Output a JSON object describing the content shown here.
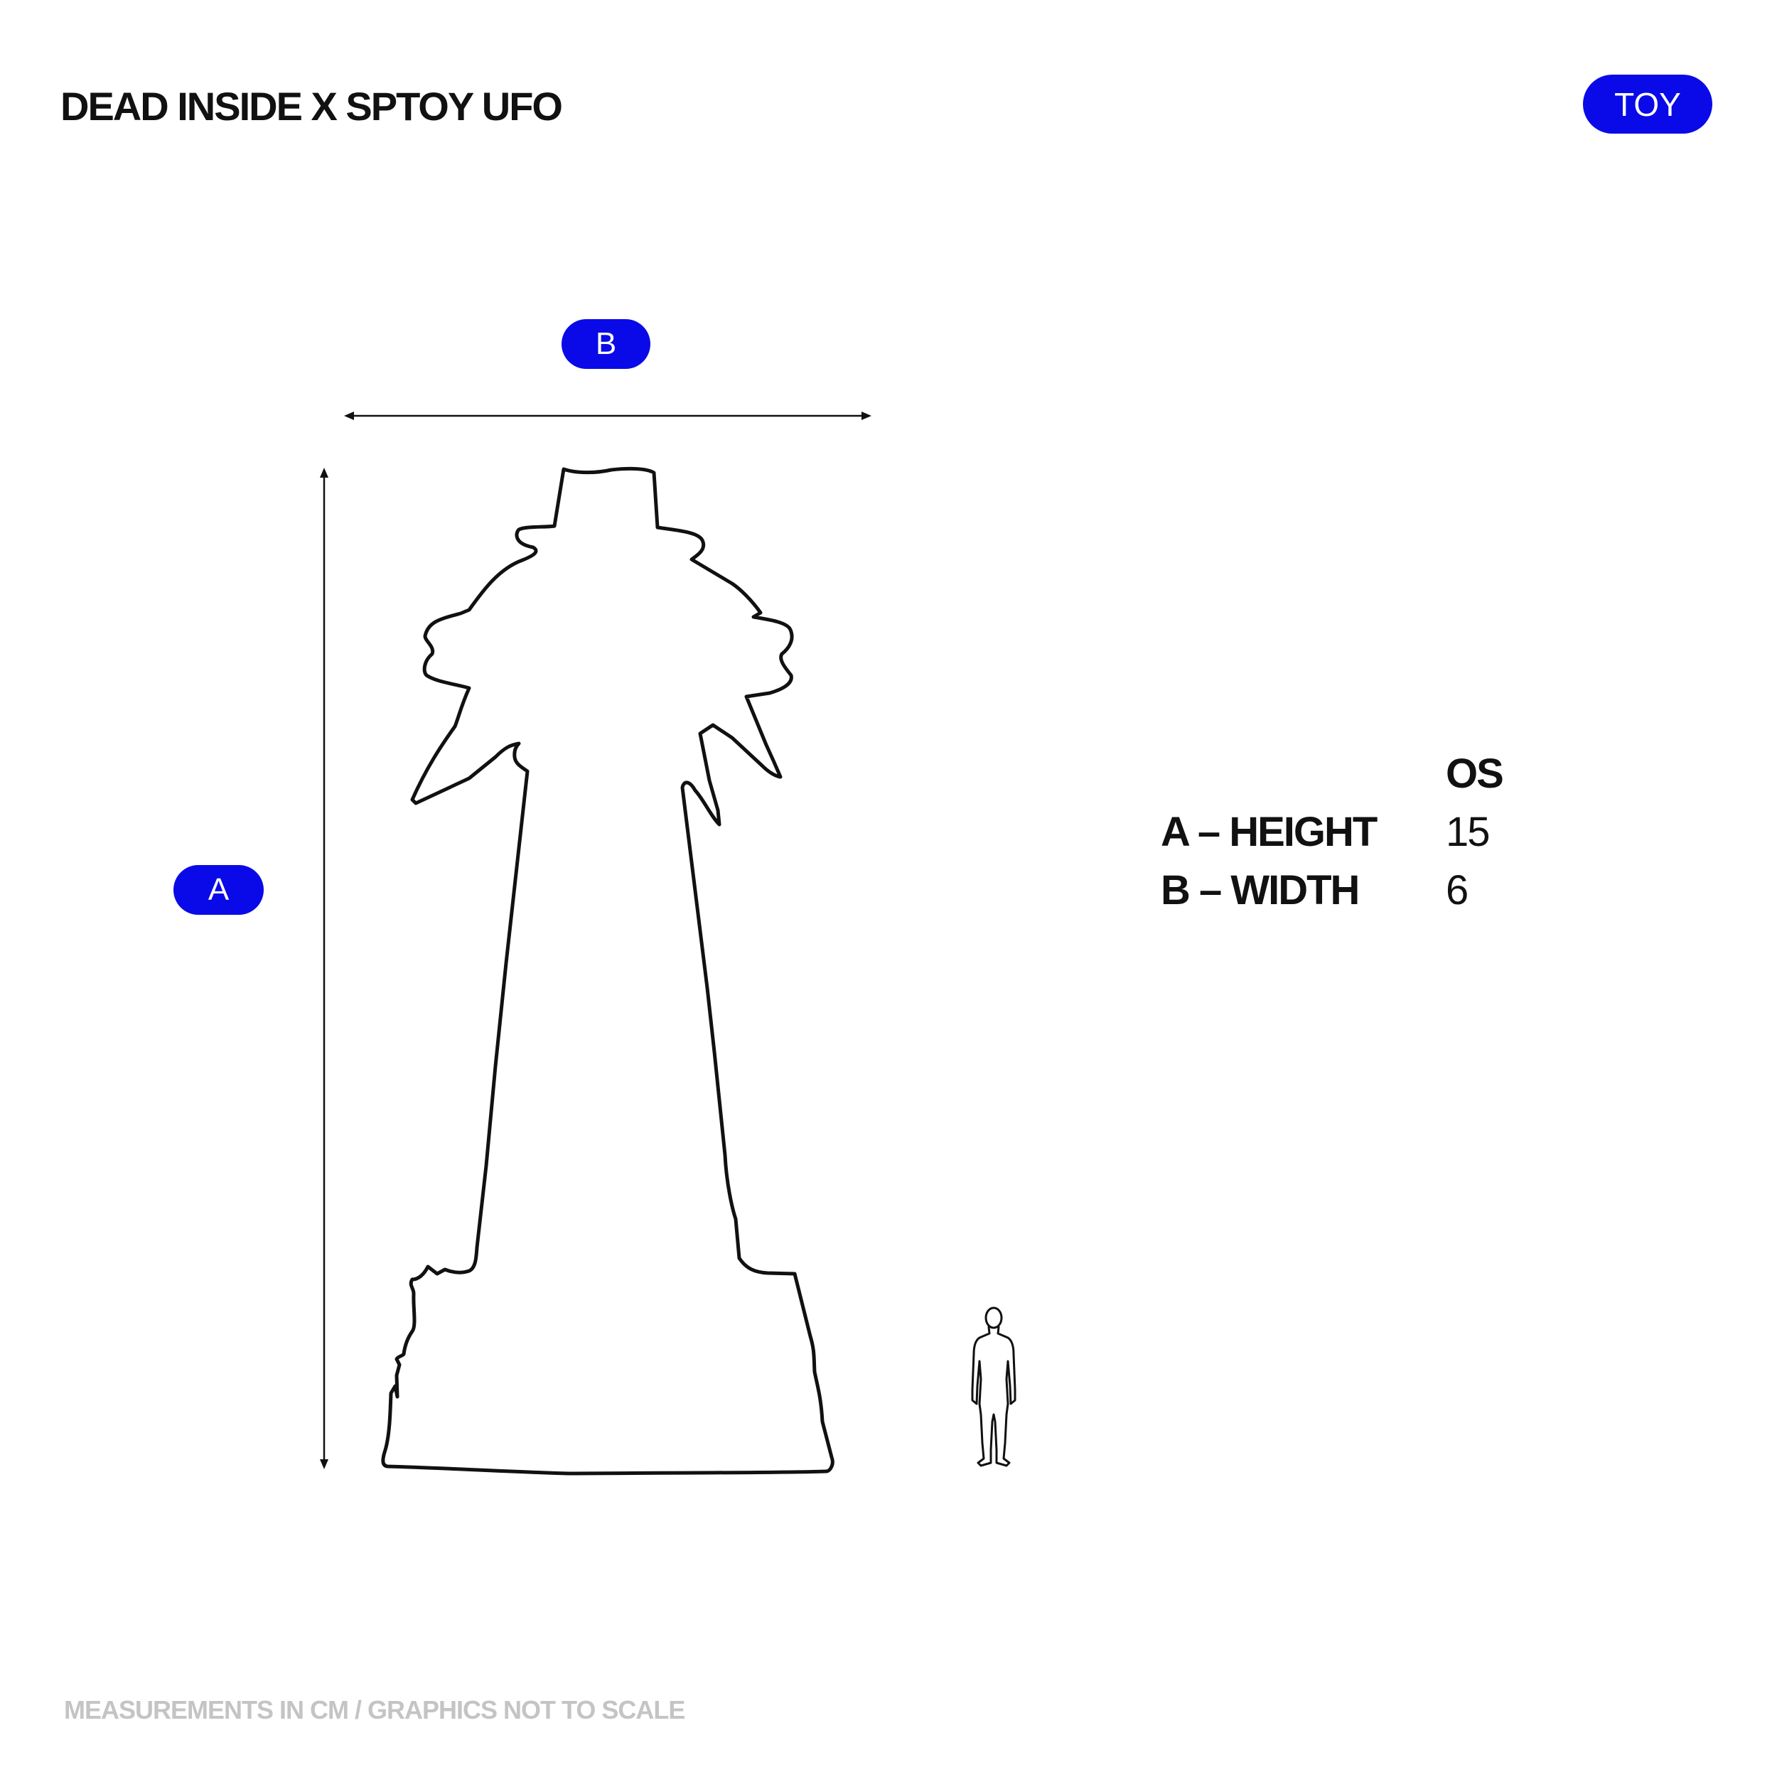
{
  "header": {
    "title": "DEAD INSIDE X SPTOY UFO",
    "category_badge": "TOY"
  },
  "diagram": {
    "label_a": "A",
    "label_b": "B",
    "brand_color": "#0a0ae8",
    "figure_icon": "human-scale-figure-icon"
  },
  "specs": {
    "column_header": "OS",
    "rows": [
      {
        "label": "A – HEIGHT",
        "value": "15"
      },
      {
        "label": "B – WIDTH",
        "value": "6"
      }
    ]
  },
  "footer": {
    "note": "MEASUREMENTS IN CM / GRAPHICS NOT TO SCALE"
  }
}
